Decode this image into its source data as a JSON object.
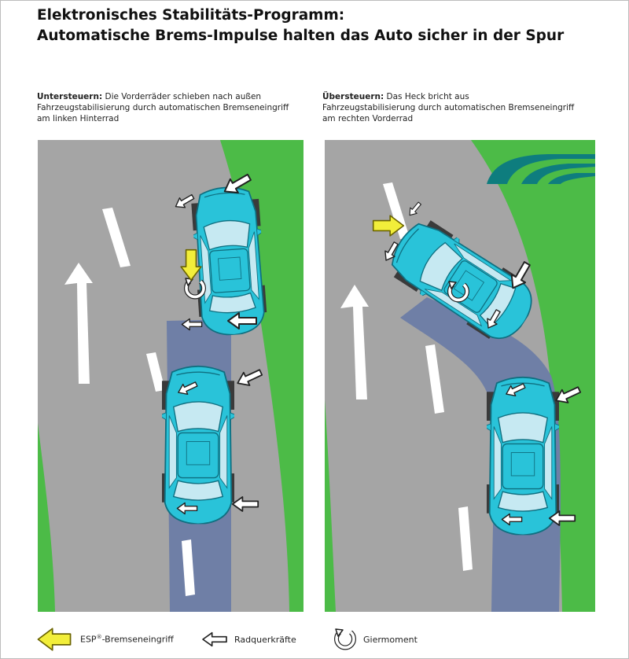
{
  "title": {
    "line1": "Elektronisches Stabilitäts-Programm:",
    "line2": "Automatische Brems-Impulse halten das Auto sicher in der Spur"
  },
  "left_panel": {
    "heading": "Untersteuern:",
    "heading_rest": " Die Vorderräder schieben nach außen",
    "line2": "Fahrzeugstabilisierung durch automatischen Bremseneingriff",
    "line3": "am linken Hinterrad"
  },
  "right_panel": {
    "heading": "Übersteuern:",
    "heading_rest": " Das Heck bricht aus",
    "line2": "Fahrzeugstabilisierung durch automatischen Bremseneingriff",
    "line3": "am rechten Vorderrad"
  },
  "legend": {
    "esp_prefix": "ESP",
    "esp_sup": "®",
    "esp_suffix": "-Bremseneingriff",
    "radquer": "Radquerkräfte",
    "gier": "Giermoment"
  },
  "colors": {
    "road": "#a5a5a5",
    "grass": "#4cbb47",
    "car_body": "#29c3d9",
    "car_window": "#c6e9f2",
    "tire": "#3a3a3a",
    "track": "#6f7fa6",
    "esp_arrow": "#f2ee3a",
    "lane_mark": "#ffffff",
    "logo": "#0e7d7e"
  }
}
